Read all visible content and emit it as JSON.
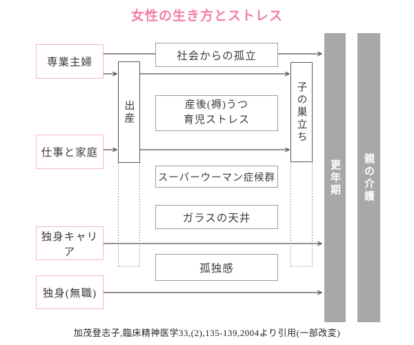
{
  "title": "女性の生き方とストレス",
  "left_boxes": {
    "housewife": "専業主婦",
    "work_and_family": "仕事と家庭",
    "single_career": "独身キャリア",
    "single_unemployed": "独身(無職)"
  },
  "event_boxes": {
    "childbirth": "出産",
    "children_leaving": "子の巣立ち"
  },
  "stress_boxes": {
    "social_isolation": "社会からの孤立",
    "postpartum_line1": "産後(褥)うつ",
    "postpartum_line2": "育児ストレス",
    "superwoman_syndrome": "スーパーウーマン症候群",
    "glass_ceiling": "ガラスの天井",
    "loneliness": "孤独感"
  },
  "stage_bars": {
    "menopause": "更年期",
    "parental_care": "親の介護"
  },
  "citation": "加茂登志子,臨床精神医学33,(2),135-139,2004より引用(一部改変)",
  "colors": {
    "title_pink": "#f47da6",
    "left_box_border": "#f5b5c5",
    "stress_box_border": "#9a9a9a",
    "event_box_border": "#555555",
    "line": "#4a4a4a",
    "dotted_line": "#9a9a9a",
    "bar_gray": "#a8a8a8",
    "bar_text": "#ffffff"
  }
}
